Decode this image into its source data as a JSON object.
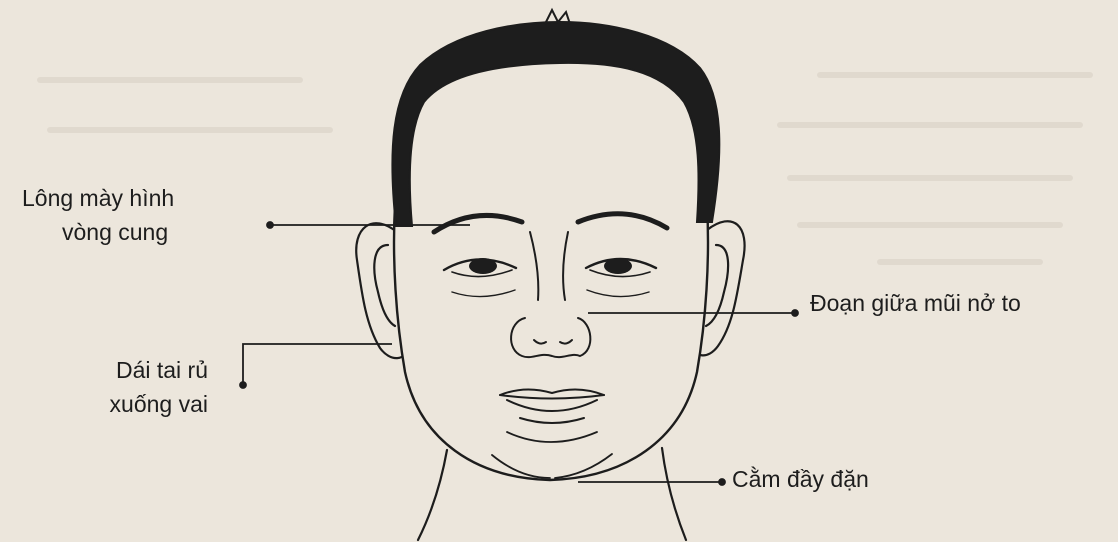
{
  "diagram": {
    "background": "#ece6dc",
    "ink": "#1d1d1d",
    "labels": {
      "eyebrow": [
        "Lông mày hình",
        "vòng cung"
      ],
      "earlobe": [
        "Dái tai rủ",
        "xuống vai"
      ],
      "nose": "Đoạn giữa mũi nở to",
      "chin": "Cằm đầy đặn"
    }
  }
}
